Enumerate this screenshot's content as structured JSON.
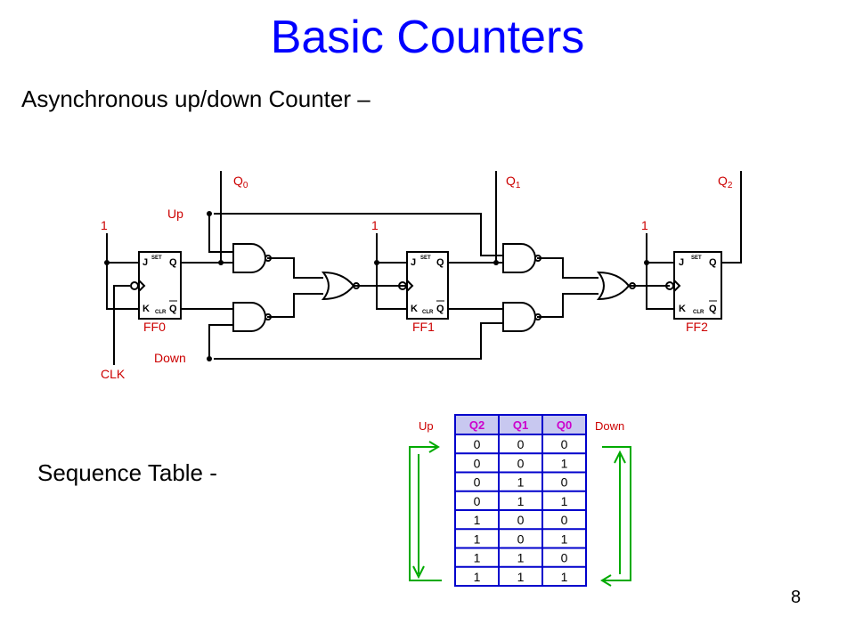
{
  "slide": {
    "title": "Basic Counters",
    "subtitle": "Asynchronous up/down Counter –",
    "sequence_label": "Sequence Table -",
    "page_number": "8"
  },
  "circuit": {
    "label_up": "Up",
    "label_down": "Down",
    "label_clk": "CLK",
    "one": "1",
    "outputs": [
      "Q",
      "Q",
      "Q"
    ],
    "output_subscripts": [
      "0",
      "1",
      "2"
    ],
    "flipflops": [
      "FF0",
      "FF1",
      "FF2"
    ],
    "pin_j": "J",
    "pin_k": "K",
    "pin_q": "Q",
    "pin_qbar": "Q",
    "pin_set": "SET",
    "pin_clr": "CLR"
  },
  "sequence_table": {
    "up_label": "Up",
    "down_label": "Down",
    "headers": [
      "Q2",
      "Q1",
      "Q0"
    ],
    "rows": [
      [
        "0",
        "0",
        "0"
      ],
      [
        "0",
        "0",
        "1"
      ],
      [
        "0",
        "1",
        "0"
      ],
      [
        "0",
        "1",
        "1"
      ],
      [
        "1",
        "0",
        "0"
      ],
      [
        "1",
        "0",
        "1"
      ],
      [
        "1",
        "1",
        "0"
      ],
      [
        "1",
        "1",
        "1"
      ]
    ]
  },
  "colors": {
    "title": "#0000ff",
    "wire": "#000000",
    "label_red": "#cc0000",
    "table_header_bg": "#c8c8f0",
    "table_header_text": "#cc00cc",
    "table_border": "#0000cc",
    "arrow_green": "#00aa00"
  }
}
